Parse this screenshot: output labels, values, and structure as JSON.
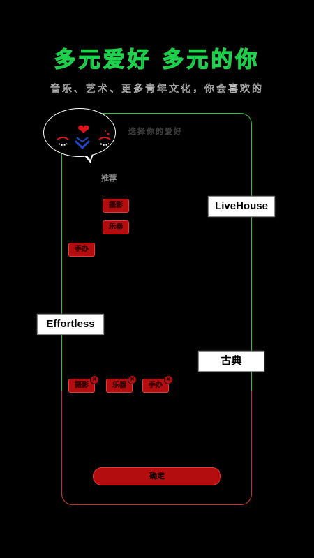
{
  "header": {
    "title": "多元爱好 多元的你",
    "subtitle": "音乐、艺术、更多青年文化，你会喜欢的"
  },
  "card": {
    "header_text": "选择你的爱好",
    "section_label": "推荐"
  },
  "recommended_tags": [
    {
      "label": "摄影"
    },
    {
      "label": "乐器"
    },
    {
      "label": "手办"
    }
  ],
  "floating_tags": {
    "livehouse": "LiveHouse",
    "effortless": "Effortless",
    "classical": "古典"
  },
  "selected_tags": [
    {
      "label": "摄影",
      "remove_icon": "close-icon"
    },
    {
      "label": "乐器",
      "remove_icon": "close-icon"
    },
    {
      "label": "手办",
      "remove_icon": "close-icon"
    }
  ],
  "actions": {
    "confirm_label": "确定"
  },
  "colors": {
    "background": "#000000",
    "accent_green": "#1fd14c",
    "accent_red": "#b30d10",
    "text_white": "#ffffff"
  }
}
